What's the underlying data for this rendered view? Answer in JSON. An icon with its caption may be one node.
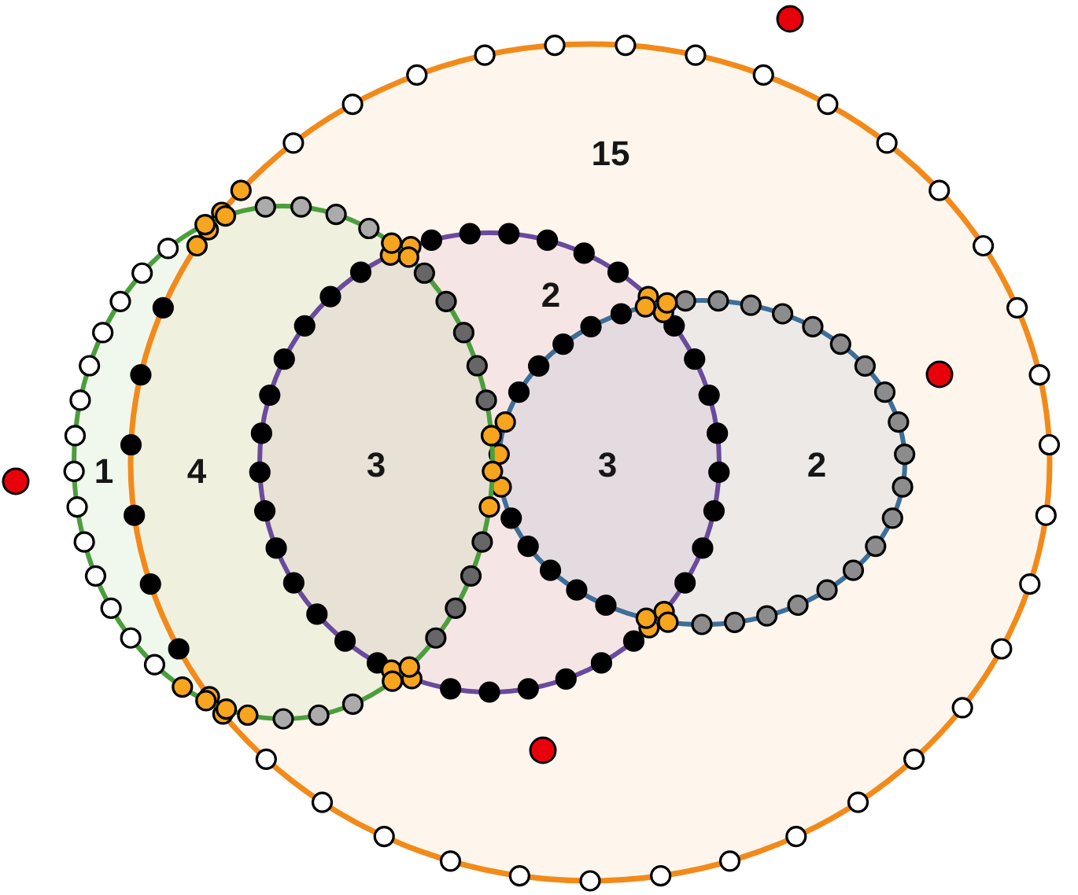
{
  "diagram": {
    "nodes": [
      {
        "text": [
          "15"
        ]
      },
      {
        "text": [
          "1",
          "4"
        ]
      },
      {
        "text": [
          "2",
          "3"
        ],
        "in": 0
      },
      {
        "text": [
          "3",
          "2"
        ],
        "in": 0
      }
    ]
  }
}
